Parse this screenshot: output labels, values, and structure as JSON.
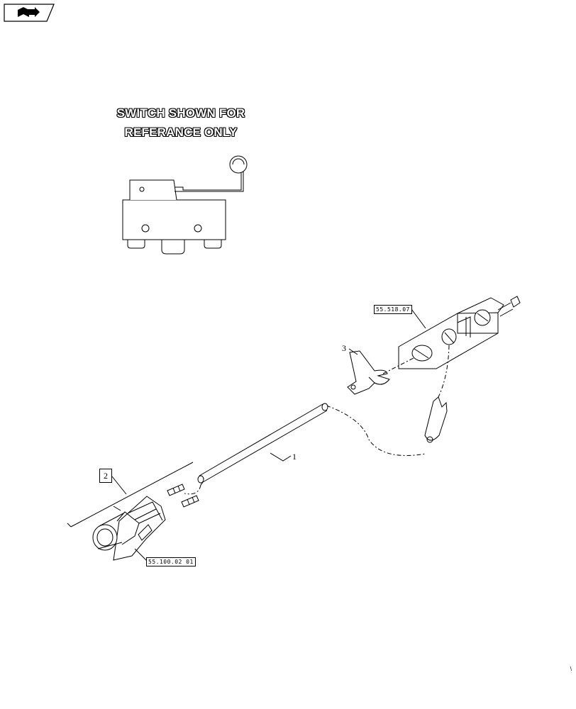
{
  "note": {
    "line1": "SWITCH SHOWN FOR",
    "line2": "REFERANCE ONLY"
  },
  "references": {
    "switch_ref": "55.518.07",
    "connector_ref": "55.100.02 01"
  },
  "callouts": {
    "item1": "1",
    "item2": "2",
    "item3": "3"
  },
  "icons": {
    "nav": "book-arrow-icon"
  },
  "corner_mark": "\\"
}
